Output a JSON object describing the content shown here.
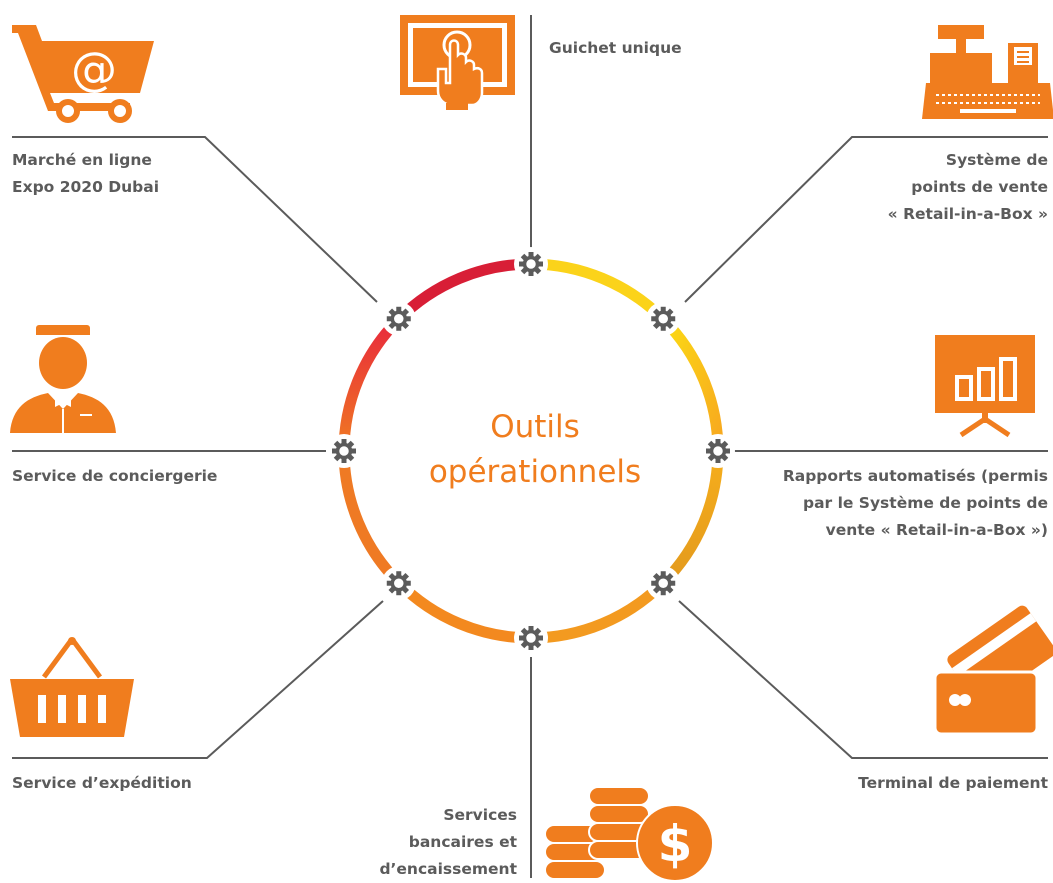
{
  "center": {
    "line1": "Outils",
    "line2": "opérationnels"
  },
  "tools": {
    "guichet": {
      "lines": [
        "Guichet unique"
      ],
      "icon": "touch-screen-icon"
    },
    "marche": {
      "lines": [
        "Marché en ligne",
        "Expo 2020 Dubai"
      ],
      "icon": "shopping-cart-at-icon"
    },
    "pos": {
      "lines": [
        "Système de",
        "points de vente",
        "« Retail-in-a-Box »"
      ],
      "icon": "cash-register-icon"
    },
    "conciergerie": {
      "lines": [
        "Service de conciergerie"
      ],
      "icon": "concierge-icon"
    },
    "rapports": {
      "lines": [
        "Rapports automatisés (permis",
        "par le Système de points de",
        "vente « Retail-in-a-Box »)"
      ],
      "icon": "bar-chart-board-icon"
    },
    "expedition": {
      "lines": [
        "Service d’expédition"
      ],
      "icon": "basket-icon"
    },
    "paiement": {
      "lines": [
        "Terminal de paiement"
      ],
      "icon": "credit-card-icon"
    },
    "bancaires": {
      "lines": [
        "Services",
        "bancaires et",
        "d’encaissement"
      ],
      "icon": "coins-dollar-icon"
    }
  },
  "colors": {
    "orange": "#f07d1e",
    "line": "#5b5b5b",
    "ring_red": "#e0283a",
    "ring_yellow": "#fcd116",
    "ring_orange": "#f39322"
  }
}
